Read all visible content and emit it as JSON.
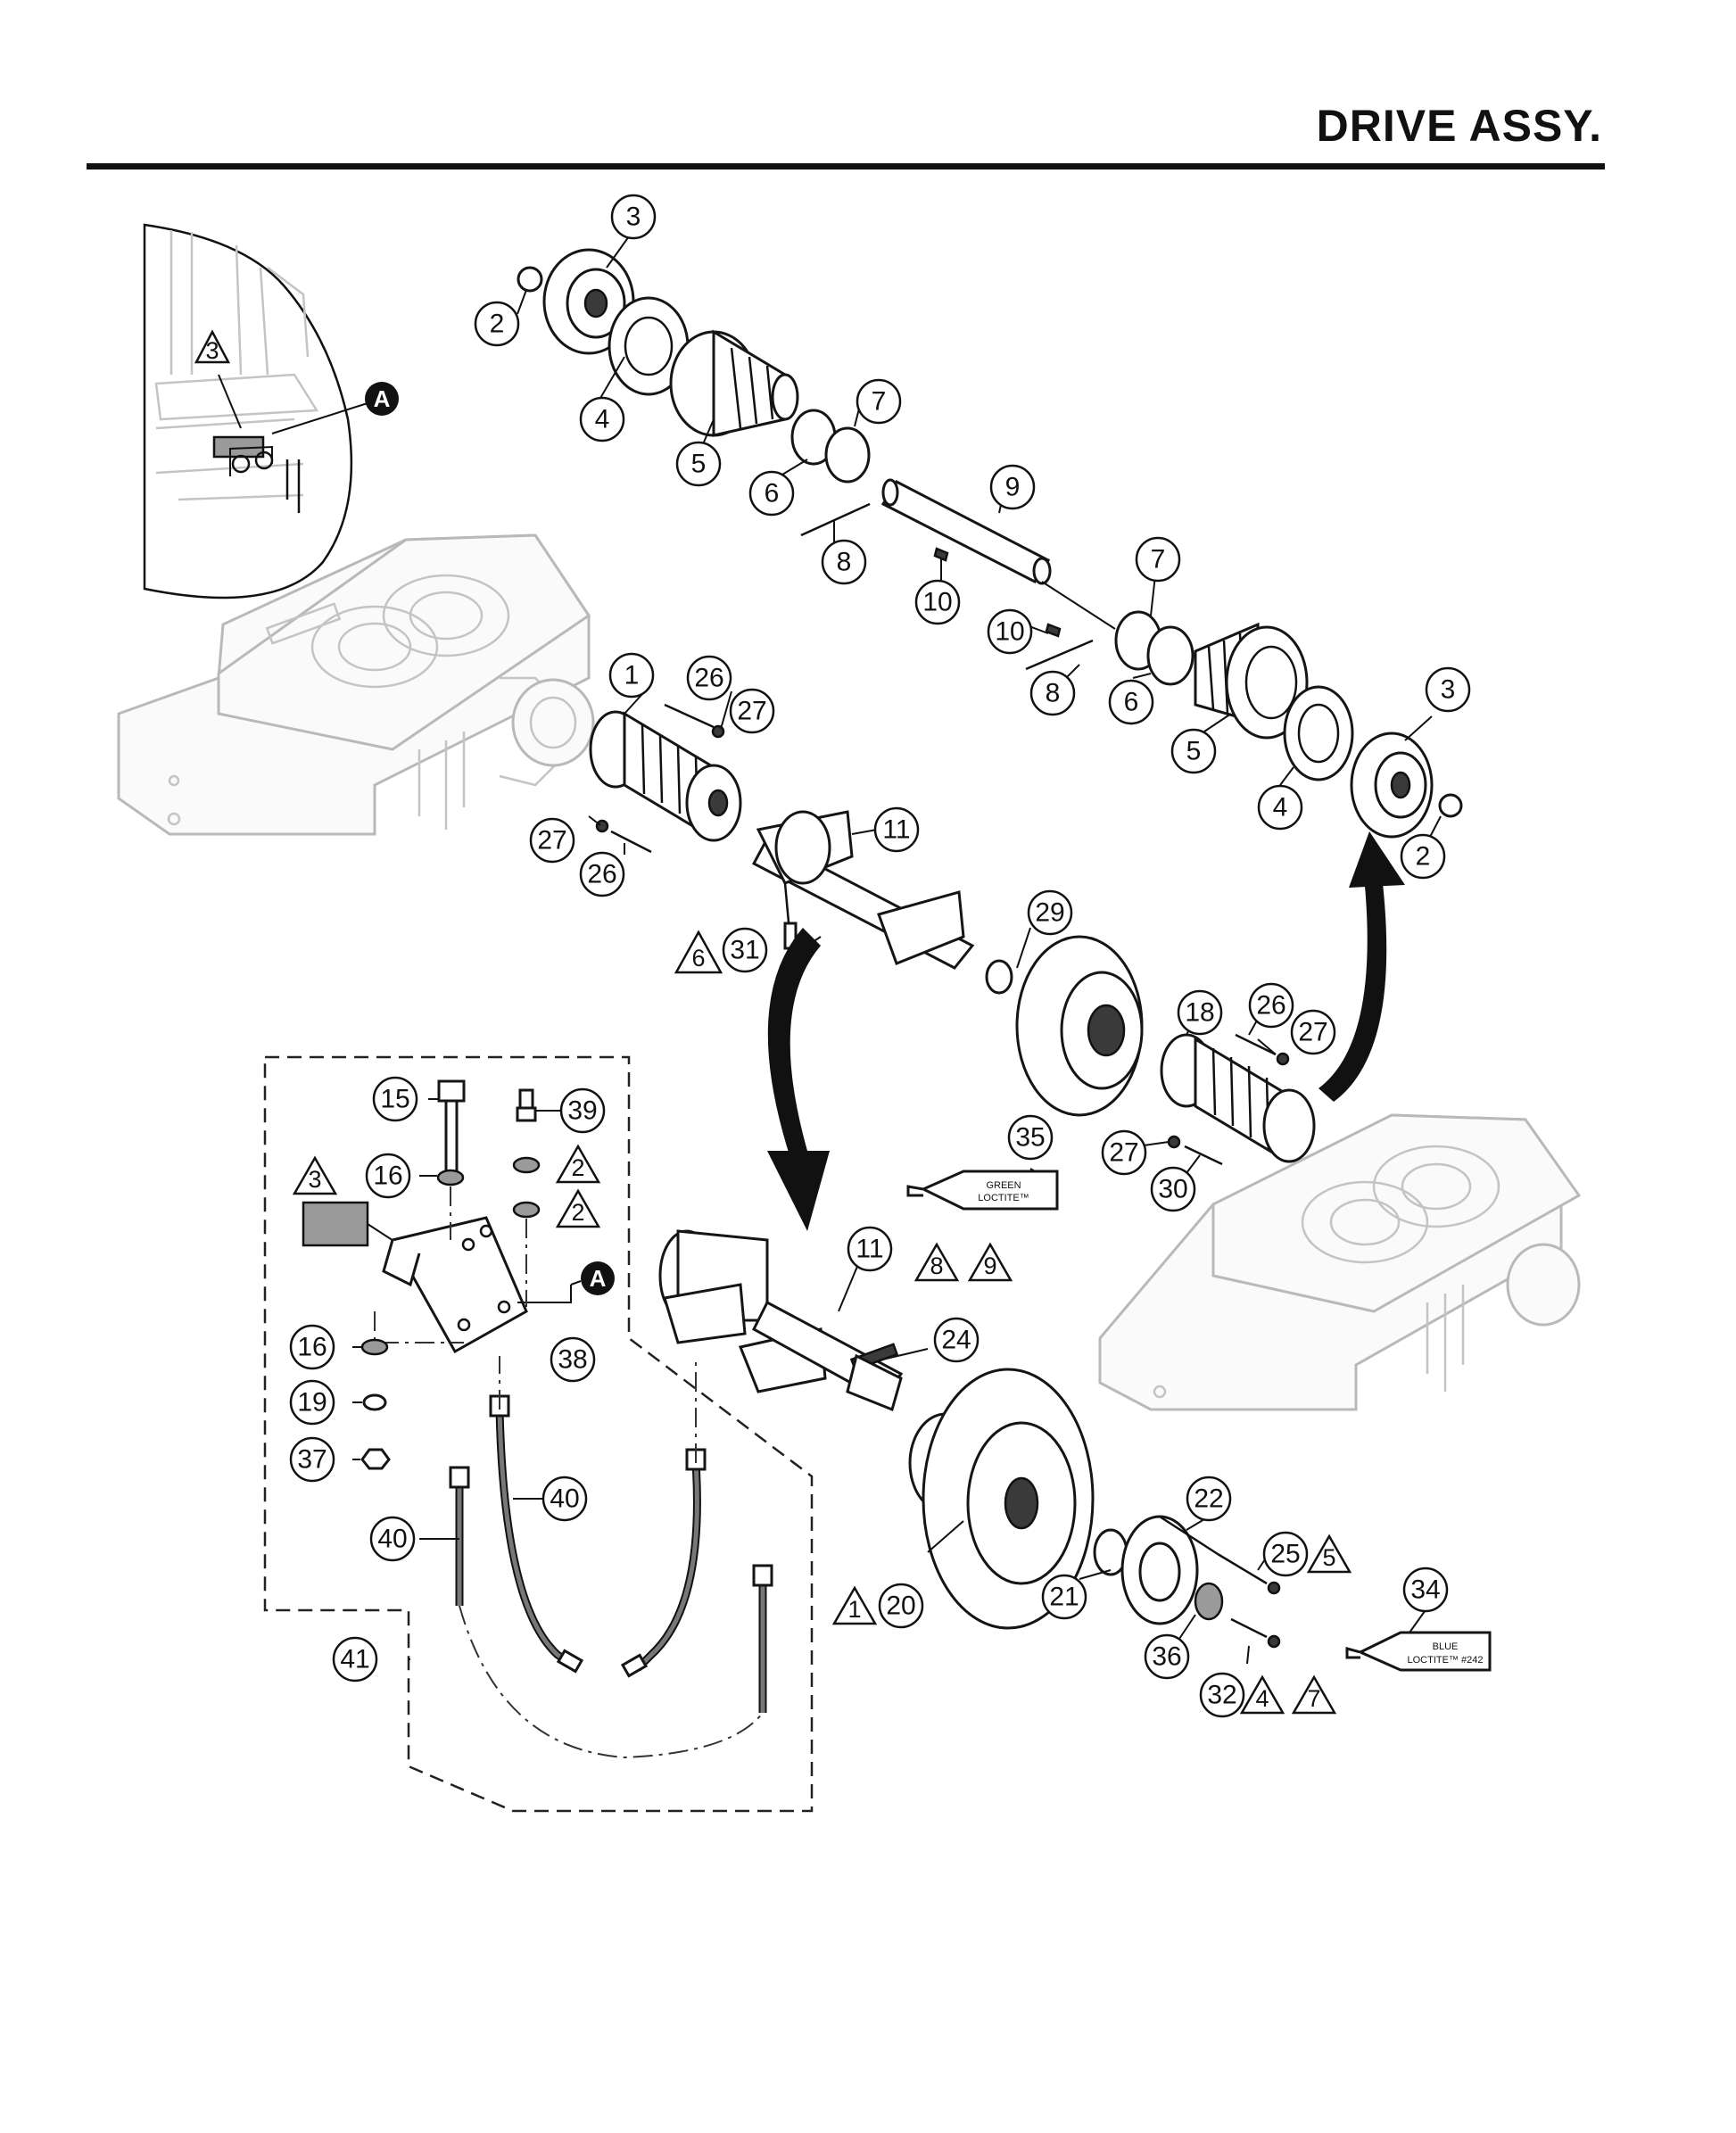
{
  "page": {
    "title": "DRIVE ASSY."
  },
  "callouts": [
    {
      "id": "c3a",
      "label": "3"
    },
    {
      "id": "c2a",
      "label": "2"
    },
    {
      "id": "c4a",
      "label": "4"
    },
    {
      "id": "c5a",
      "label": "5"
    },
    {
      "id": "c6a",
      "label": "6"
    },
    {
      "id": "c7a",
      "label": "7"
    },
    {
      "id": "c8a",
      "label": "8"
    },
    {
      "id": "c9",
      "label": "9"
    },
    {
      "id": "c10a",
      "label": "10"
    },
    {
      "id": "c10b",
      "label": "10"
    },
    {
      "id": "c7b",
      "label": "7"
    },
    {
      "id": "c6b",
      "label": "6"
    },
    {
      "id": "c8b",
      "label": "8"
    },
    {
      "id": "c5b",
      "label": "5"
    },
    {
      "id": "c4b",
      "label": "4"
    },
    {
      "id": "c3b",
      "label": "3"
    },
    {
      "id": "c2b",
      "label": "2"
    },
    {
      "id": "c1",
      "label": "1"
    },
    {
      "id": "c26a",
      "label": "26"
    },
    {
      "id": "c27a",
      "label": "27"
    },
    {
      "id": "c27b",
      "label": "27"
    },
    {
      "id": "c26b",
      "label": "26"
    },
    {
      "id": "c11a",
      "label": "11"
    },
    {
      "id": "c31",
      "label": "31"
    },
    {
      "id": "c29",
      "label": "29"
    },
    {
      "id": "c18",
      "label": "18"
    },
    {
      "id": "c26c",
      "label": "26"
    },
    {
      "id": "c27c",
      "label": "27"
    },
    {
      "id": "c27d",
      "label": "27"
    },
    {
      "id": "c30",
      "label": "30"
    },
    {
      "id": "c35",
      "label": "35"
    },
    {
      "id": "c15",
      "label": "15"
    },
    {
      "id": "c39",
      "label": "39"
    },
    {
      "id": "c16a",
      "label": "16"
    },
    {
      "id": "c16b",
      "label": "16"
    },
    {
      "id": "c19",
      "label": "19"
    },
    {
      "id": "c37",
      "label": "37"
    },
    {
      "id": "c38",
      "label": "38"
    },
    {
      "id": "c40a",
      "label": "40"
    },
    {
      "id": "c40b",
      "label": "40"
    },
    {
      "id": "c41",
      "label": "41"
    },
    {
      "id": "c11b",
      "label": "11"
    },
    {
      "id": "c24",
      "label": "24"
    },
    {
      "id": "c20",
      "label": "20"
    },
    {
      "id": "c21",
      "label": "21"
    },
    {
      "id": "c22",
      "label": "22"
    },
    {
      "id": "c25",
      "label": "25"
    },
    {
      "id": "c36",
      "label": "36"
    },
    {
      "id": "c32",
      "label": "32"
    },
    {
      "id": "c34",
      "label": "34"
    }
  ],
  "notes": [
    {
      "id": "n3a",
      "label": "3"
    },
    {
      "id": "n6",
      "label": "6"
    },
    {
      "id": "n3b",
      "label": "3"
    },
    {
      "id": "n2a",
      "label": "2"
    },
    {
      "id": "n2b",
      "label": "2"
    },
    {
      "id": "n8",
      "label": "8"
    },
    {
      "id": "n9",
      "label": "9"
    },
    {
      "id": "n1",
      "label": "1"
    },
    {
      "id": "n5",
      "label": "5"
    },
    {
      "id": "n4",
      "label": "4"
    },
    {
      "id": "n7",
      "label": "7"
    }
  ],
  "refs": [
    {
      "id": "ra1",
      "label": "A"
    },
    {
      "id": "ra2",
      "label": "A"
    }
  ],
  "tubes": {
    "green": {
      "line1": "GREEN",
      "line2": "LOCTITE™"
    },
    "blue": {
      "line1": "BLUE",
      "line2": "LOCTITE™ #242"
    }
  }
}
